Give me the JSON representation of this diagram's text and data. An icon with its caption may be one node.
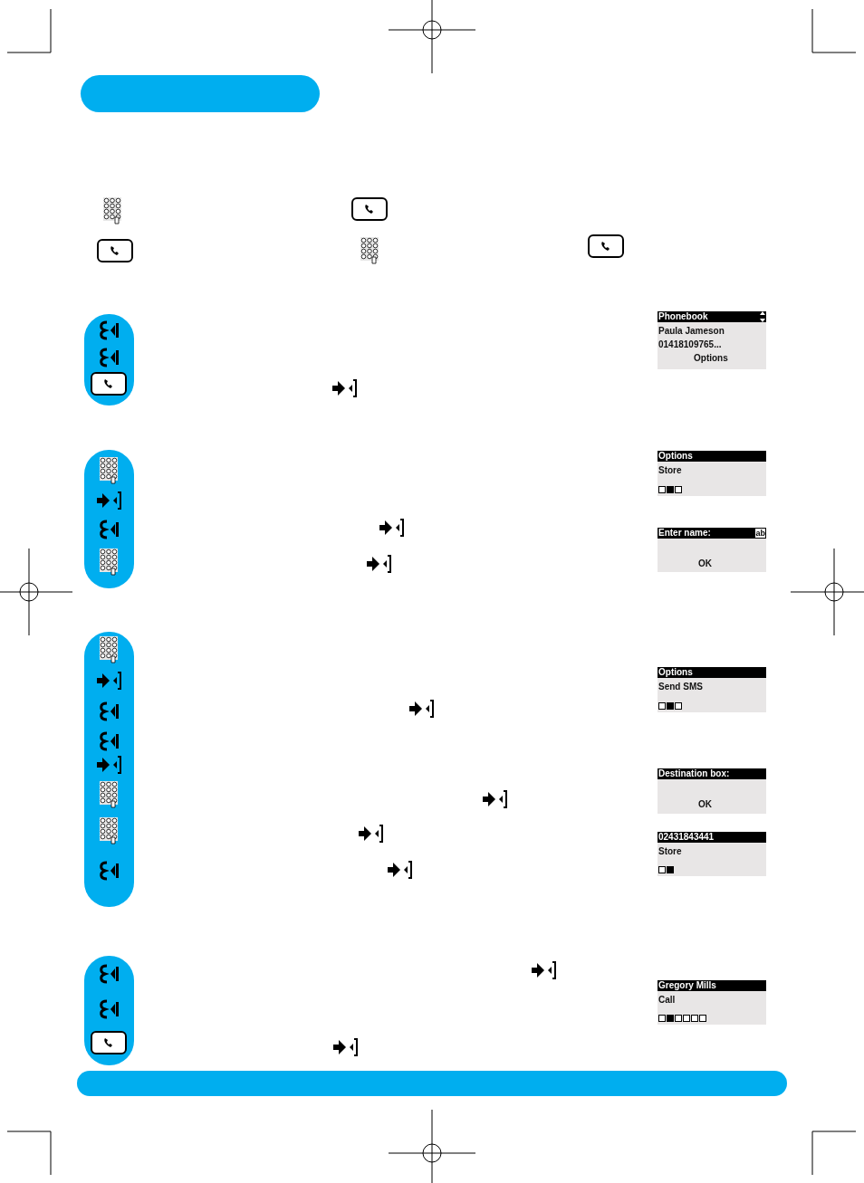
{
  "diagram": {
    "labels": [
      "Phonebook",
      "Paula Jameson",
      "01418109765...",
      "Options",
      "Options",
      "Store",
      "Enter name:",
      "ab",
      "OK",
      "Options",
      "Send SMS",
      "Destination box:",
      "OK",
      "02431843441",
      "Store",
      "Gregory Mills",
      "Call"
    ]
  }
}
